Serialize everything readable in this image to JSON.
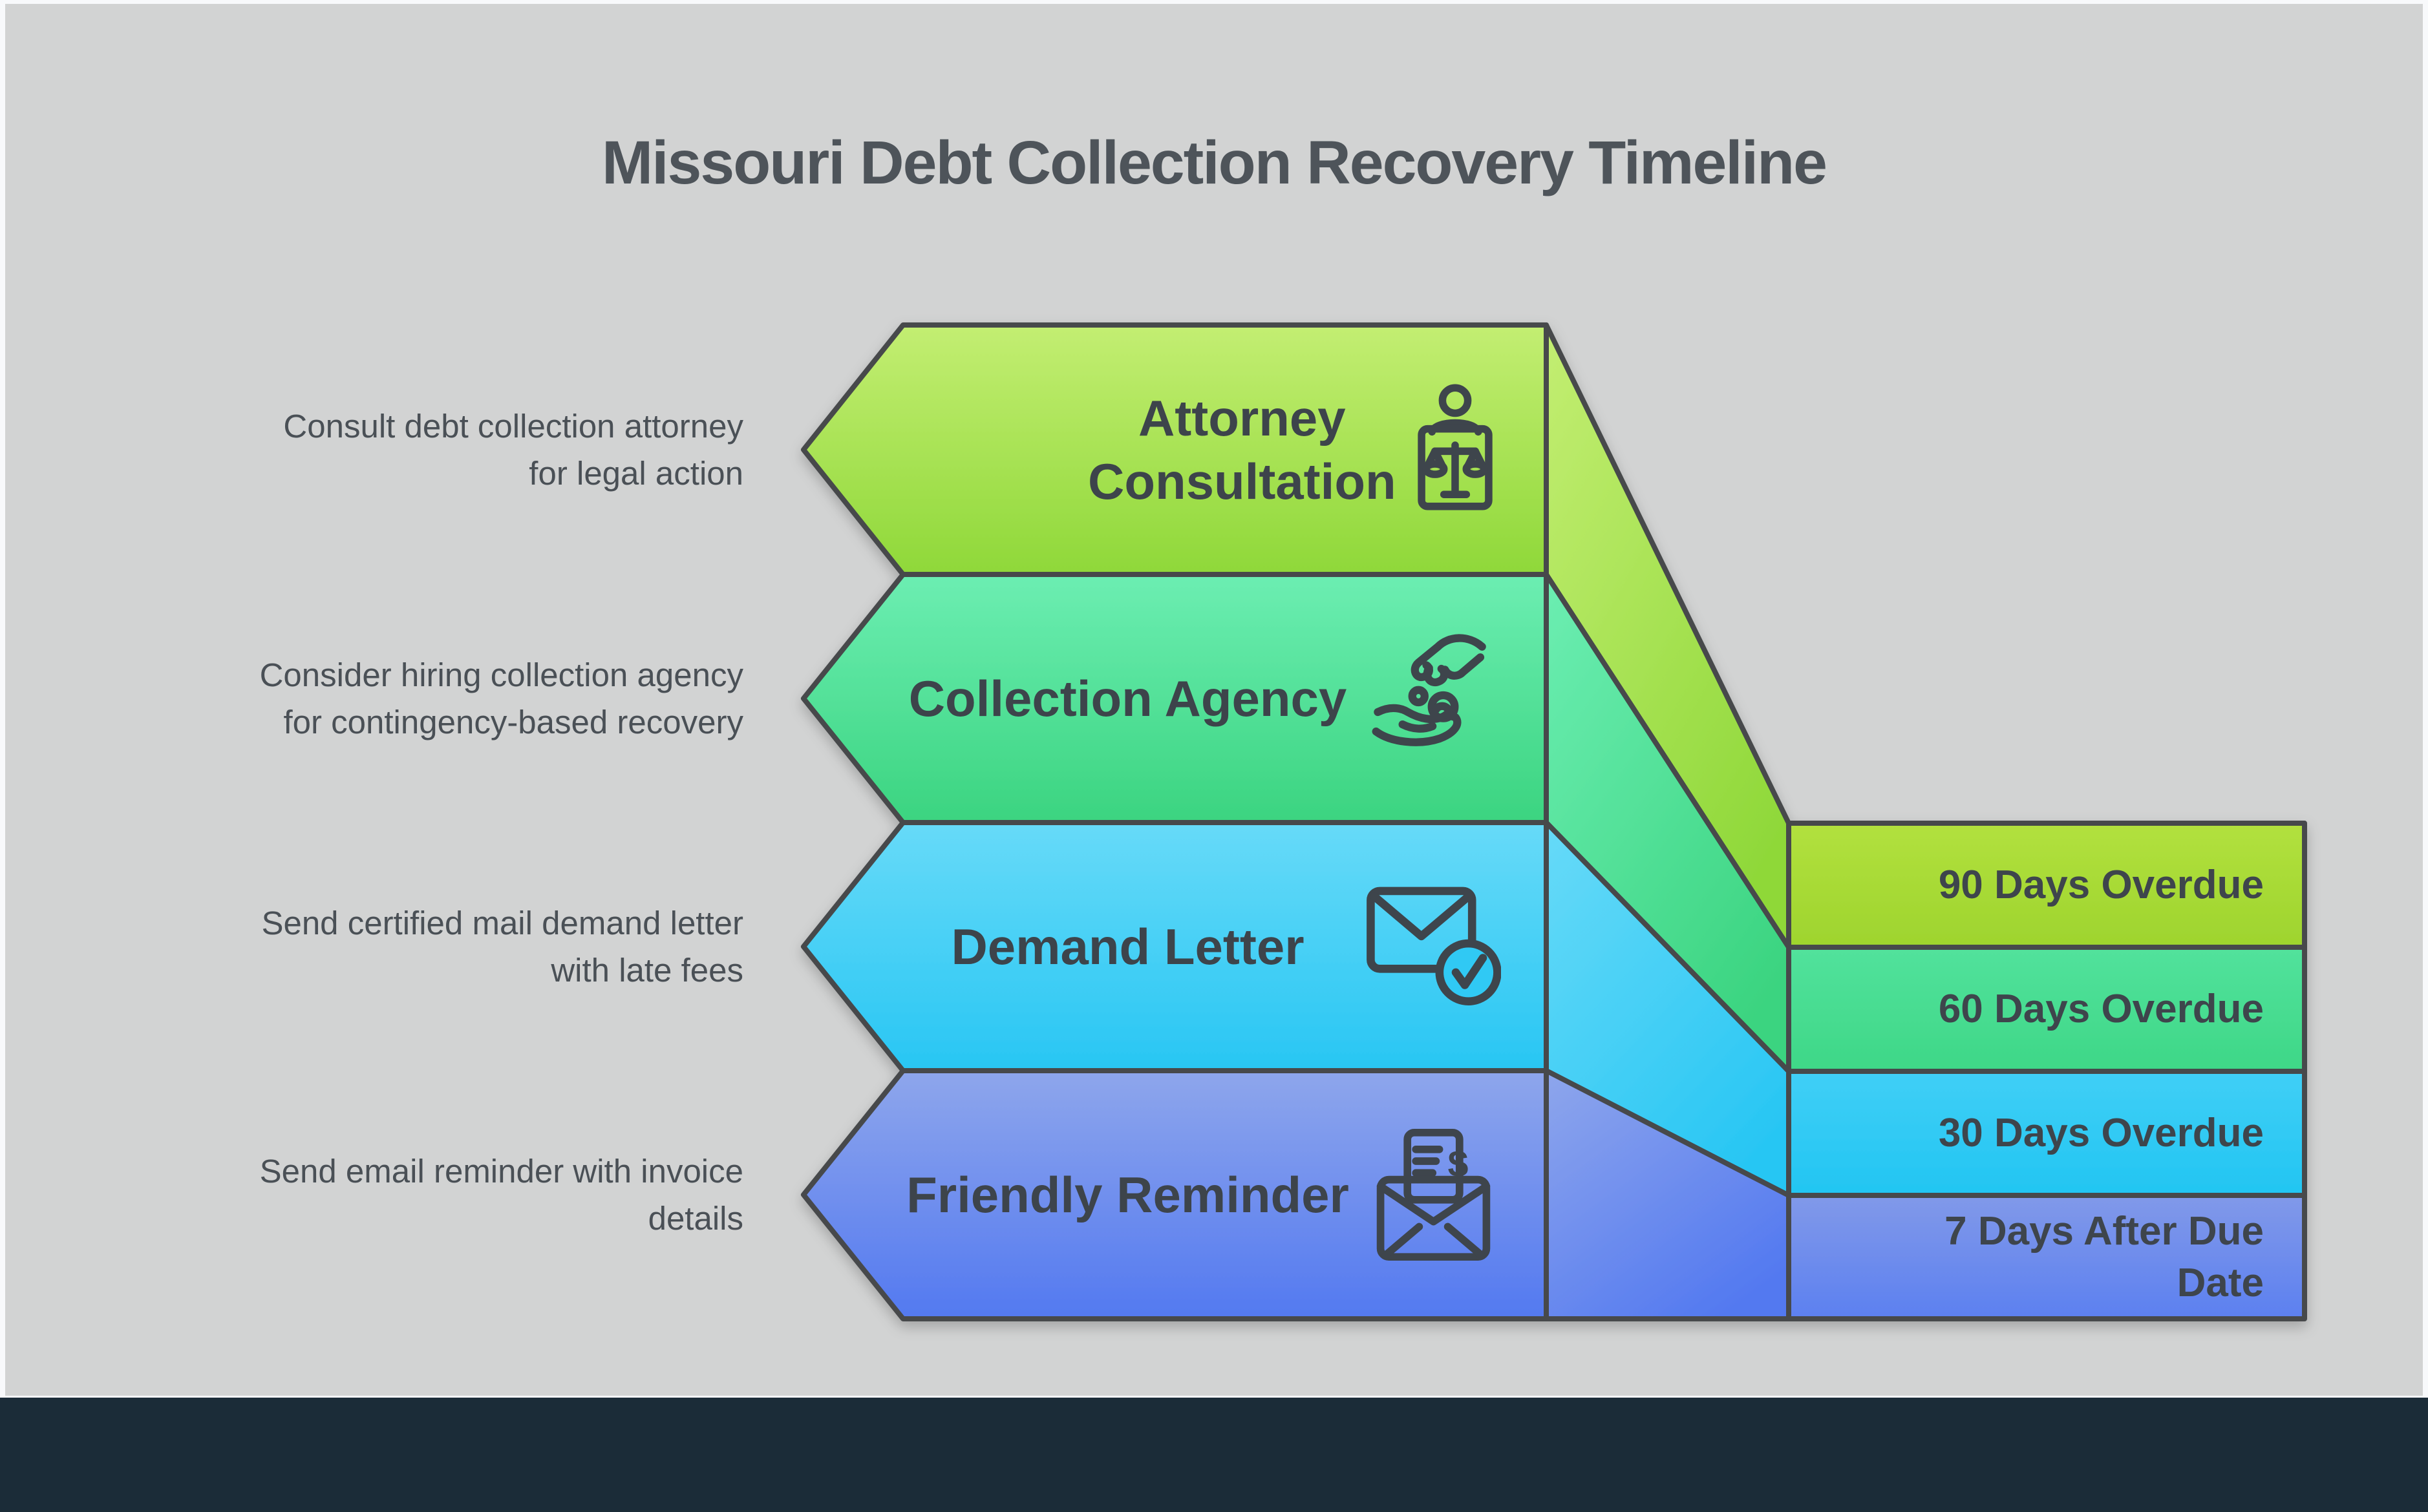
{
  "title": "Missouri Debt Collection Recovery Timeline",
  "colors": {
    "page_background": "#f8f9fb",
    "canvas_background": "#d2d3d3",
    "footer_bar": "#1b2c38",
    "outline": "#474a4b",
    "title_text": "#4e545a",
    "description_text": "#4a5056",
    "label_text": "#3e454c"
  },
  "icons": {
    "dollar_glyph": "$"
  },
  "steps": [
    {
      "id": "attorney-consultation",
      "label_lines": [
        "Attorney",
        "Consultation"
      ],
      "description_lines": [
        "Consult debt collection attorney",
        "for legal action"
      ],
      "milestone_lines": [
        "90 Days Overdue"
      ],
      "icon": "attorney-justice-scales-icon",
      "colors": {
        "light": "#c3ee72",
        "dark": "#8fd839",
        "box_light": "#b2e13e",
        "box_dark": "#9ed42e"
      }
    },
    {
      "id": "collection-agency",
      "label_lines": [
        "Collection Agency"
      ],
      "description_lines": [
        "Consider hiring collection agency",
        "for contingency-based recovery"
      ],
      "milestone_lines": [
        "60 Days Overdue"
      ],
      "icon": "hands-coins-icon",
      "colors": {
        "light": "#6ceeb2",
        "dark": "#3bd480",
        "box_light": "#52e29c",
        "box_dark": "#3ed787"
      }
    },
    {
      "id": "demand-letter",
      "label_lines": [
        "Demand Letter"
      ],
      "description_lines": [
        "Send certified mail demand letter",
        "with late fees"
      ],
      "milestone_lines": [
        "30 Days Overdue"
      ],
      "icon": "envelope-check-icon",
      "colors": {
        "light": "#67daf8",
        "dark": "#28c6f3",
        "box_light": "#40cff6",
        "box_dark": "#22c5f2"
      }
    },
    {
      "id": "friendly-reminder",
      "label_lines": [
        "Friendly Reminder"
      ],
      "description_lines": [
        "Send email reminder with invoice",
        "details"
      ],
      "milestone_lines": [
        "7 Days After Due",
        "Date"
      ],
      "icon": "open-envelope-invoice-icon",
      "colors": {
        "light": "#8ea6ec",
        "dark": "#5379f0",
        "box_light": "#8199e9",
        "box_dark": "#5c80f0"
      }
    }
  ]
}
